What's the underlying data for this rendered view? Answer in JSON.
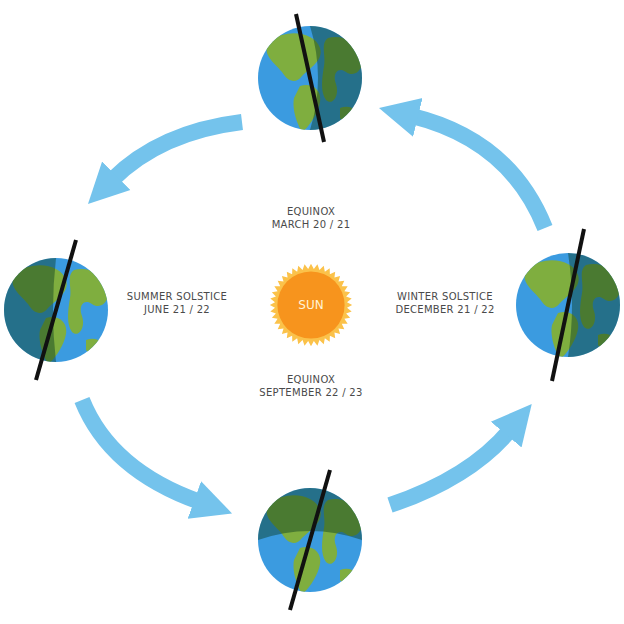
{
  "diagram": {
    "nodes": [
      {
        "text": [
          "SUN"
        ]
      }
    ],
    "labels": [
      "EQUINOX",
      "MARCH 20 / 21",
      "SUMMER SOLSTICE",
      "JUNE 21 / 22",
      "WINTER SOLSTICE",
      "DECEMBER 21 / 22",
      "EQUINOX",
      "SEPTEMBER 22 / 23"
    ]
  }
}
